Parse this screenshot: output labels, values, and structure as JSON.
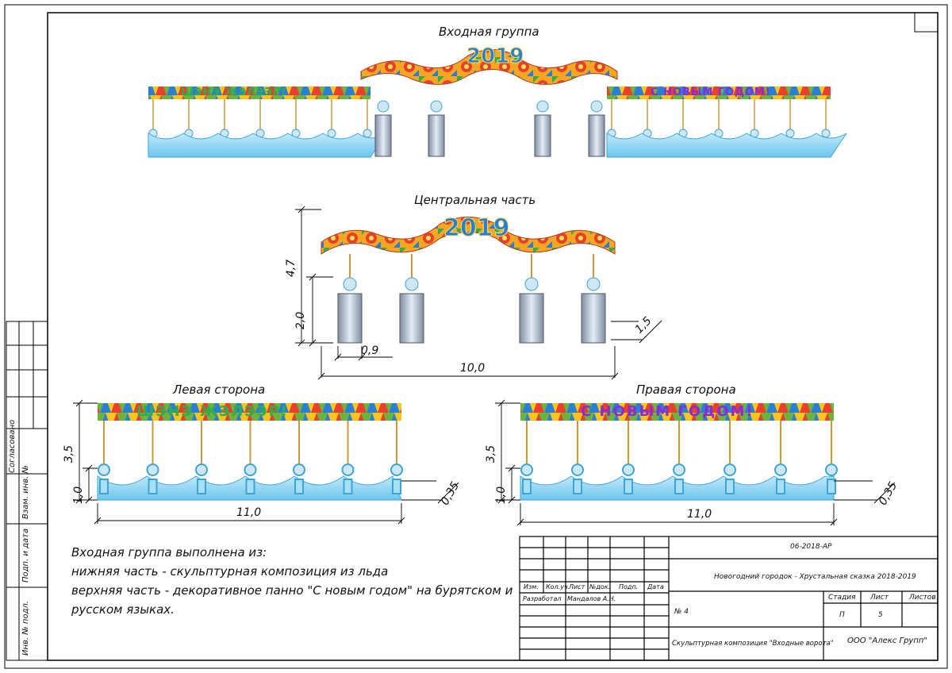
{
  "sections": {
    "entrance": "Входная группа",
    "central": "Центральная часть",
    "left": "Левая сторона",
    "right": "Правая сторона"
  },
  "banner": {
    "year": "2019",
    "buryat_text": "ШЭНЭ ЖЭЛЭЭР!",
    "russian_text": "С НОВЫМ ГОДОМ!"
  },
  "dimensions": {
    "central_height": "4,7",
    "column_height": "2,0",
    "column_width": "0,9",
    "central_depth": "1,5",
    "central_width": "10,0",
    "left_height": "3,5",
    "left_base_height": "1,0",
    "left_depth": "0,35",
    "left_width": "11,0",
    "right_height": "3,5",
    "right_base_height": "1,0",
    "right_depth": "0,35",
    "right_width": "11,0"
  },
  "notes": [
    "Входная группа выполнена из:",
    "нижняя часть - скульптурная композиция из льда",
    "верхняя часть - декоративное панно \"С новым годом\" на бурятском и",
    "русском языках."
  ],
  "title_block": {
    "code": "06-2018-АР",
    "project": "Новогодний городок - Хрустальная сказка 2018-2019",
    "headers": [
      "Изм.",
      "Кол.уч.",
      "Лист",
      "№док.",
      "Подп.",
      "Дата"
    ],
    "developer_label": "Разработал",
    "developer_name": "Мандалов А.Н.",
    "sheet_no": "№ 4",
    "stage_label": "Стадия",
    "sheet_label": "Лист",
    "sheets_label": "Листов",
    "stage_value": "П",
    "sheet_value": "5",
    "sheets_value": "",
    "drawing_name": "Скульптурная композиция \"Входные ворота\"",
    "company": "ООО \"Алекс Групп\""
  },
  "side_stamp": {
    "agreed": "Согласовано",
    "replaced_inv": "Взам. инв. №",
    "sign_date": "Подп. и дата",
    "inv_orig": "Инв. № подл."
  },
  "colors": {
    "ice": "#7fd0f0",
    "ice_dark": "#3ba6d6",
    "banner_yellow": "#f7c51e",
    "banner_red": "#e8402c",
    "banner_green": "#2fae4c",
    "banner_blue": "#2a7fd4",
    "rope": "#c89a3a",
    "column": "#9aa7b8"
  }
}
